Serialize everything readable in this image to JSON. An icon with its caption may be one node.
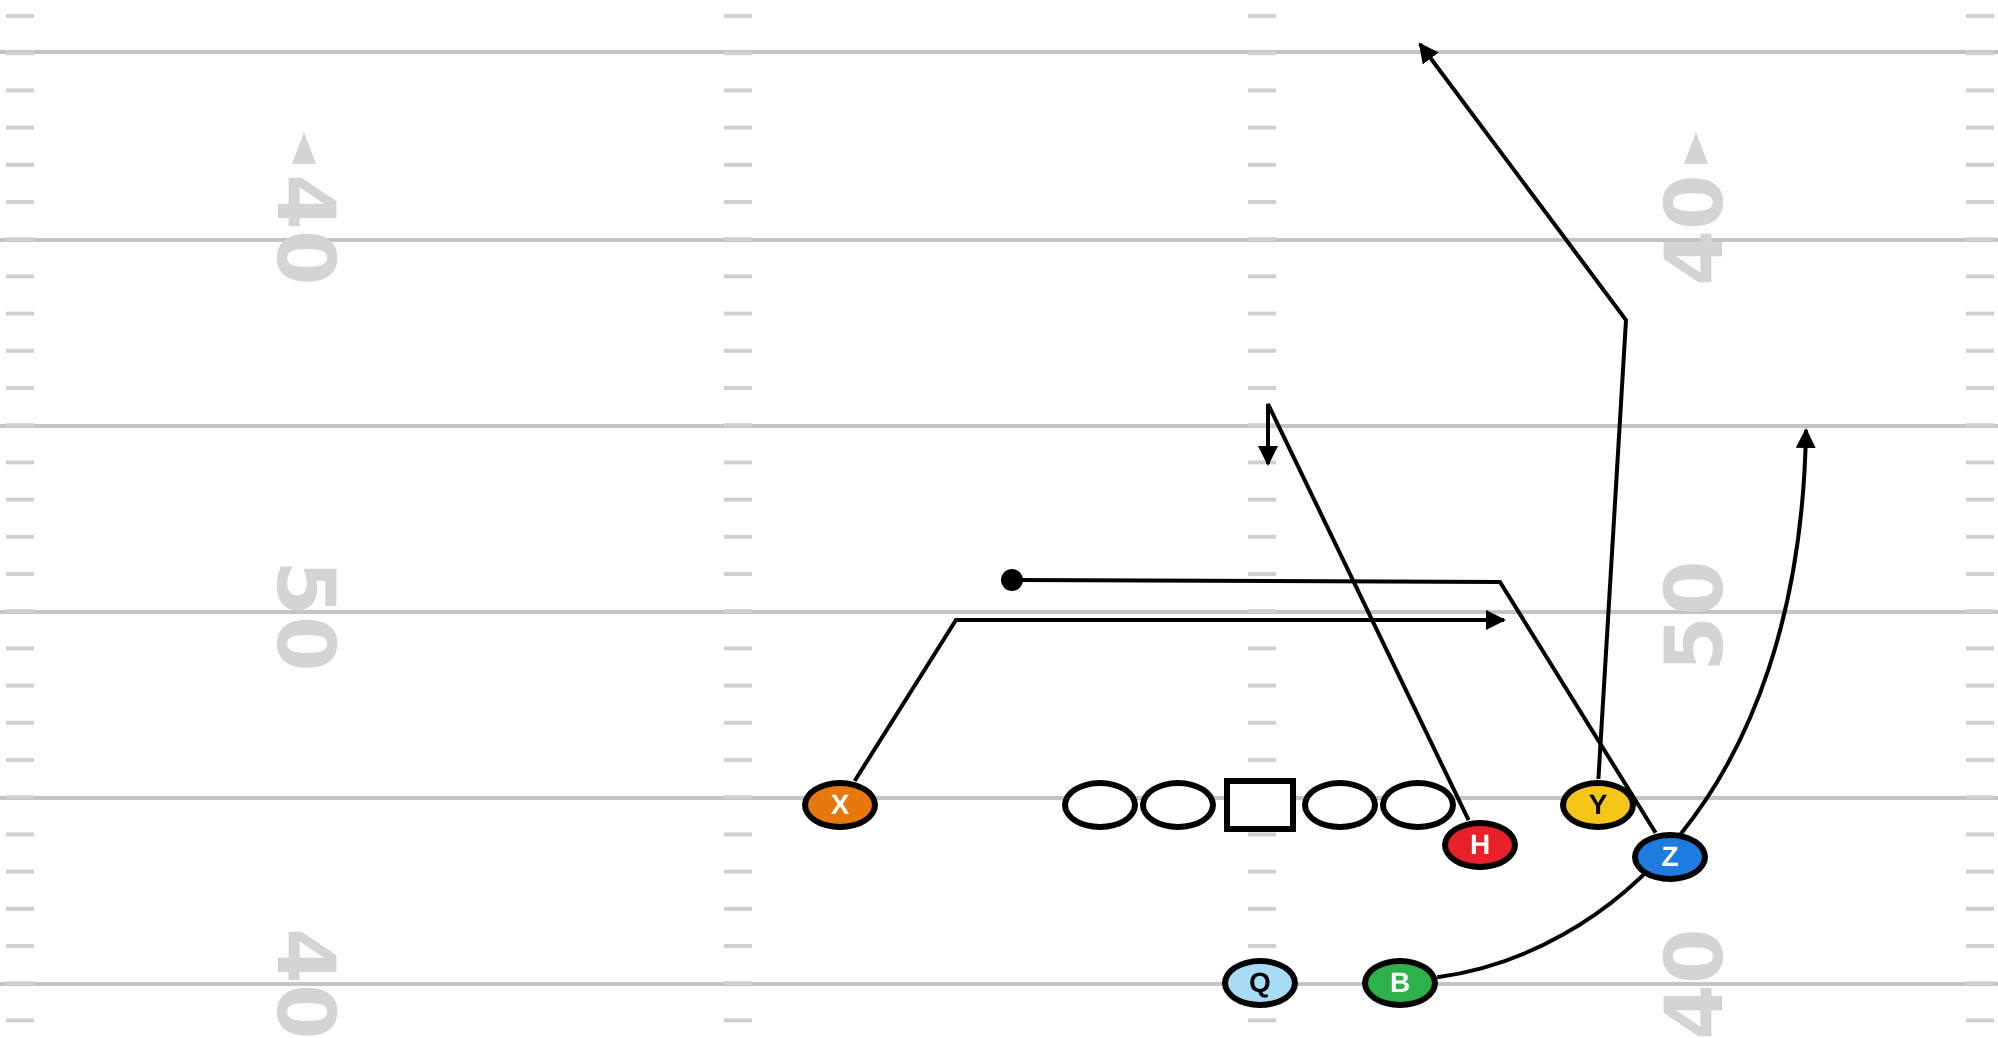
{
  "diagram": {
    "nodes": [
      {
        "text": [
          "X"
        ]
      },
      {
        "text": [],
        "shape": "circle"
      },
      {
        "text": [],
        "shape": "circle"
      },
      {
        "text": [],
        "shape": "box"
      },
      {
        "text": [],
        "shape": "circle"
      },
      {
        "text": [],
        "shape": "circle"
      },
      {
        "text": [
          "Y"
        ]
      },
      {
        "text": [
          "H"
        ]
      },
      {
        "text": [
          "Z"
        ]
      },
      {
        "text": [
          "Q"
        ]
      },
      {
        "text": [
          "B"
        ]
      }
    ],
    "edges": [
      {
        "from": 0,
        "to": null,
        "arrow": "to"
      },
      {
        "from": 6,
        "to": null,
        "arrow": "to"
      },
      {
        "from": 7,
        "to": null,
        "arrow": "to"
      },
      {
        "from": 8,
        "to": null,
        "arrow": "other"
      },
      {
        "from": 10,
        "to": null,
        "arrow": "to"
      }
    ],
    "labels": [
      "40",
      "40",
      "50",
      "50",
      "40",
      "40"
    ]
  }
}
